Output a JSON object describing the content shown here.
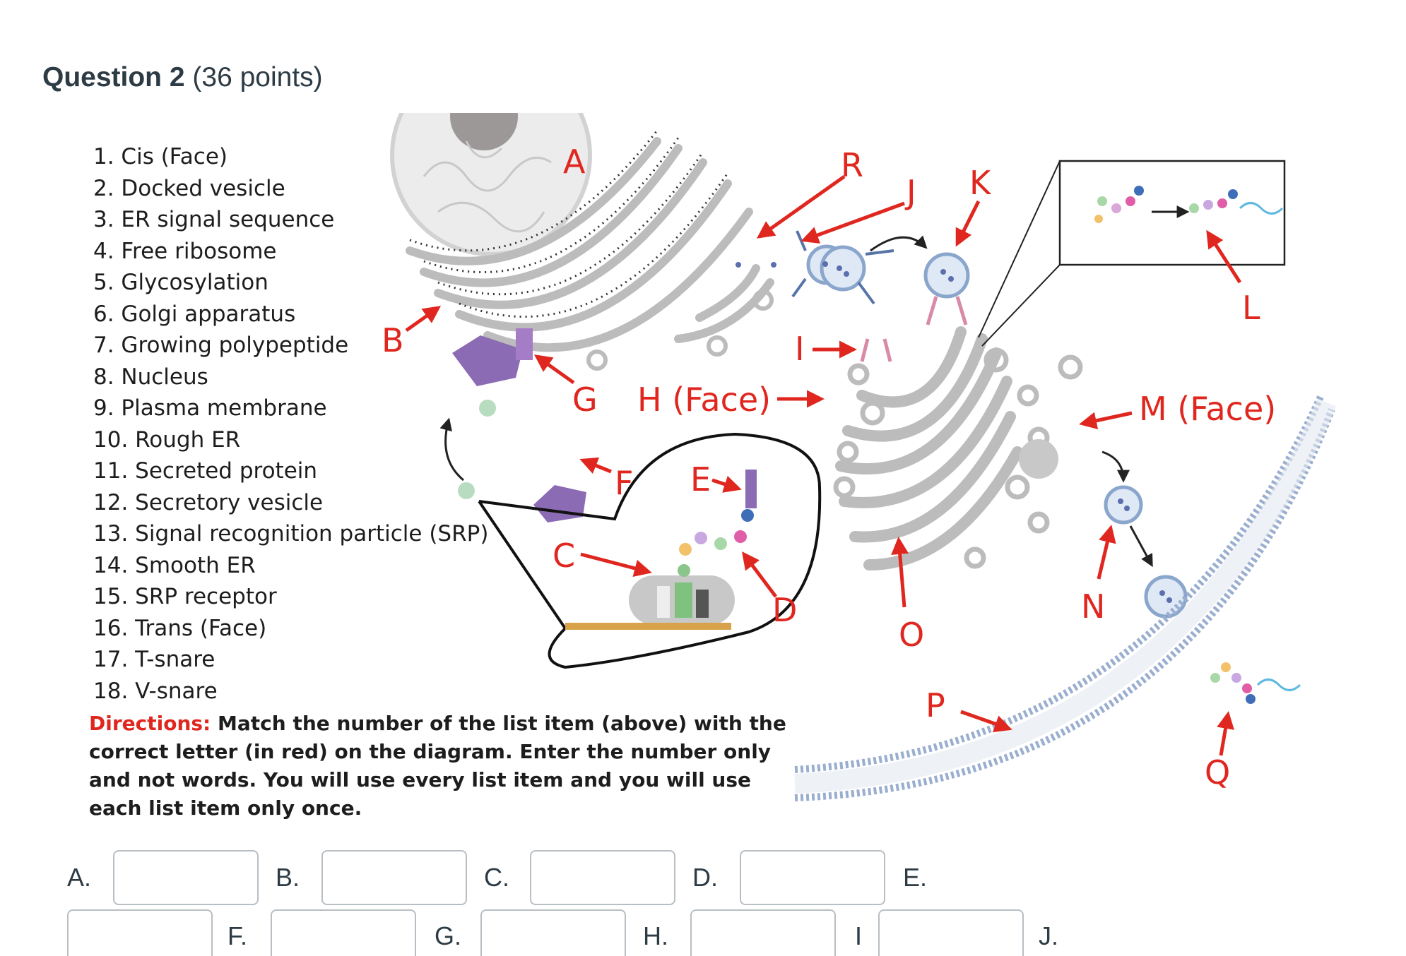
{
  "question": {
    "title": "Question 2",
    "points": "(36 points)"
  },
  "list_items": [
    "1.  Cis (Face)",
    "2.  Docked vesicle",
    "3.  ER signal sequence",
    "4.  Free ribosome",
    "5.  Glycosylation",
    "6.  Golgi apparatus",
    "7.  Growing polypeptide",
    "8.  Nucleus",
    "9.  Plasma membrane",
    "10.  Rough ER",
    "11.  Secreted protein",
    "12.  Secretory vesicle",
    "13.  Signal recognition particle (SRP)",
    "14.  Smooth ER",
    "15.  SRP receptor",
    "16.  Trans (Face)",
    "17.  T-snare",
    "18.  V-snare"
  ],
  "directions": {
    "label": "Directions:",
    "text": "Match the number of the list item (above) with the correct letter (in red) on the diagram.  Enter the number only and not words.  You will use every list item and you will use each list item only once."
  },
  "diagram_labels": {
    "A": "A",
    "B": "B",
    "C": "C",
    "D": "D",
    "E": "E",
    "F": "F",
    "G": "G",
    "H": "H (Face)",
    "I": "I",
    "J": "J",
    "K": "K",
    "L": "L",
    "M": "M (Face)",
    "N": "N",
    "O": "O",
    "P": "P",
    "Q": "Q",
    "R": "R"
  },
  "answers": {
    "A": {
      "label": "A.",
      "value": ""
    },
    "B": {
      "label": "B.",
      "value": ""
    },
    "C": {
      "label": "C.",
      "value": ""
    },
    "D": {
      "label": "D.",
      "value": ""
    },
    "E": {
      "label": "E.",
      "value": ""
    },
    "F": {
      "label": "F.",
      "value": ""
    },
    "G": {
      "label": "G.",
      "value": ""
    },
    "H": {
      "label": "H.",
      "value": ""
    },
    "I": {
      "label": "I",
      "value": ""
    },
    "J": {
      "label": "J.",
      "value": ""
    }
  },
  "colors": {
    "accent_red": "#e0271f",
    "text": "#2d3b45",
    "organelle_gray": "#bcbcbc",
    "vesicle_blue": "#8aa6cc"
  }
}
